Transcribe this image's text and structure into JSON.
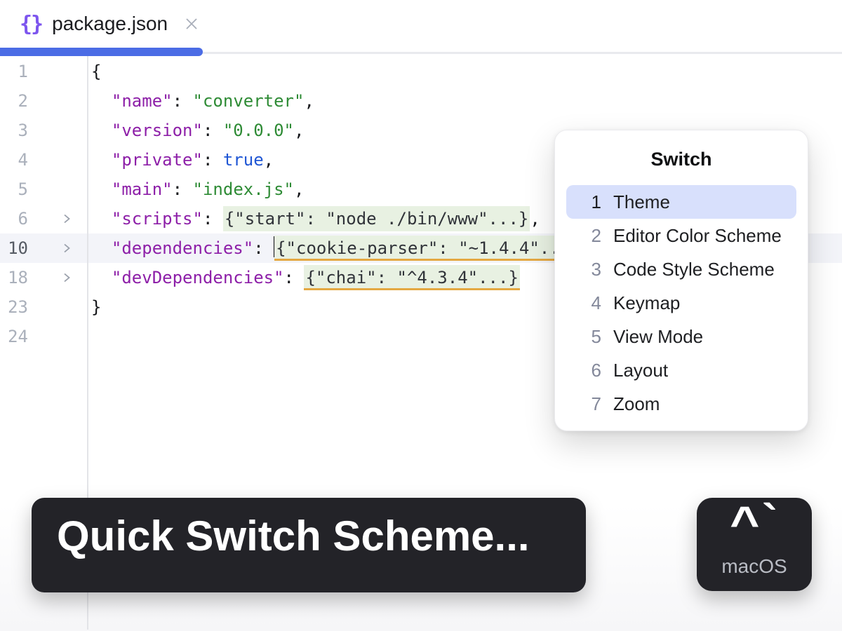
{
  "tab": {
    "icon_glyph": "{}",
    "title": "package.json"
  },
  "editor": {
    "lines": [
      {
        "num": "1",
        "fold": false,
        "current": false,
        "tokens": [
          {
            "c": "plain",
            "t": "{"
          }
        ]
      },
      {
        "num": "2",
        "fold": false,
        "current": false,
        "tokens": [
          {
            "c": "plain",
            "t": "  "
          },
          {
            "c": "key",
            "t": "\"name\""
          },
          {
            "c": "plain",
            "t": ": "
          },
          {
            "c": "string",
            "t": "\"converter\""
          },
          {
            "c": "plain",
            "t": ","
          }
        ]
      },
      {
        "num": "3",
        "fold": false,
        "current": false,
        "tokens": [
          {
            "c": "plain",
            "t": "  "
          },
          {
            "c": "key",
            "t": "\"version\""
          },
          {
            "c": "plain",
            "t": ": "
          },
          {
            "c": "string",
            "t": "\"0.0.0\""
          },
          {
            "c": "plain",
            "t": ","
          }
        ]
      },
      {
        "num": "4",
        "fold": false,
        "current": false,
        "tokens": [
          {
            "c": "plain",
            "t": "  "
          },
          {
            "c": "key",
            "t": "\"private\""
          },
          {
            "c": "plain",
            "t": ": "
          },
          {
            "c": "keyword",
            "t": "true"
          },
          {
            "c": "plain",
            "t": ","
          }
        ]
      },
      {
        "num": "5",
        "fold": false,
        "current": false,
        "tokens": [
          {
            "c": "plain",
            "t": "  "
          },
          {
            "c": "key",
            "t": "\"main\""
          },
          {
            "c": "plain",
            "t": ": "
          },
          {
            "c": "string",
            "t": "\"index.js\""
          },
          {
            "c": "plain",
            "t": ","
          }
        ]
      },
      {
        "num": "6",
        "fold": true,
        "current": false,
        "tokens": [
          {
            "c": "plain",
            "t": "  "
          },
          {
            "c": "key",
            "t": "\"scripts\""
          },
          {
            "c": "plain",
            "t": ": "
          },
          {
            "c": "fold",
            "t": "{\"start\": \"node ./bin/www\"...}"
          },
          {
            "c": "plain",
            "t": ","
          }
        ]
      },
      {
        "num": "10",
        "fold": true,
        "current": true,
        "tokens": [
          {
            "c": "plain",
            "t": "  "
          },
          {
            "c": "key",
            "t": "\"dependencies\""
          },
          {
            "c": "plain",
            "t": ": "
          },
          {
            "c": "caret",
            "t": ""
          },
          {
            "c": "foldU",
            "t": "{\"cookie-parser\": \"~1.4.4\"...}"
          }
        ]
      },
      {
        "num": "18",
        "fold": true,
        "current": false,
        "tokens": [
          {
            "c": "plain",
            "t": "  "
          },
          {
            "c": "key",
            "t": "\"devDependencies\""
          },
          {
            "c": "plain",
            "t": ": "
          },
          {
            "c": "foldU",
            "t": "{\"chai\": \"^4.3.4\"...}"
          }
        ]
      },
      {
        "num": "23",
        "fold": false,
        "current": false,
        "tokens": [
          {
            "c": "plain",
            "t": "}"
          }
        ]
      },
      {
        "num": "24",
        "fold": false,
        "current": false,
        "tokens": []
      }
    ]
  },
  "popup": {
    "title": "Switch",
    "items": [
      {
        "key": "1",
        "label": "Theme",
        "selected": true
      },
      {
        "key": "2",
        "label": "Editor Color Scheme",
        "selected": false
      },
      {
        "key": "3",
        "label": "Code Style Scheme",
        "selected": false
      },
      {
        "key": "4",
        "label": "Keymap",
        "selected": false
      },
      {
        "key": "5",
        "label": "View Mode",
        "selected": false
      },
      {
        "key": "6",
        "label": "Layout",
        "selected": false
      },
      {
        "key": "7",
        "label": "Zoom",
        "selected": false
      }
    ]
  },
  "action_hint": {
    "label": "Quick Switch Scheme..."
  },
  "shortcut": {
    "key1": "^",
    "key2": "`",
    "platform": "macOS"
  },
  "colors": {
    "accent_blue": "#4b6ce5",
    "tab_icon_purple": "#7d55ee",
    "selection_bg": "#d8e0fc",
    "fold_bg": "#e8f1e2",
    "fold_underline": "#e4a842",
    "key_purple": "#8d1fa8",
    "string_green": "#2e8b35",
    "keyword_blue": "#1f56d4",
    "overlay_bg": "#232328"
  }
}
